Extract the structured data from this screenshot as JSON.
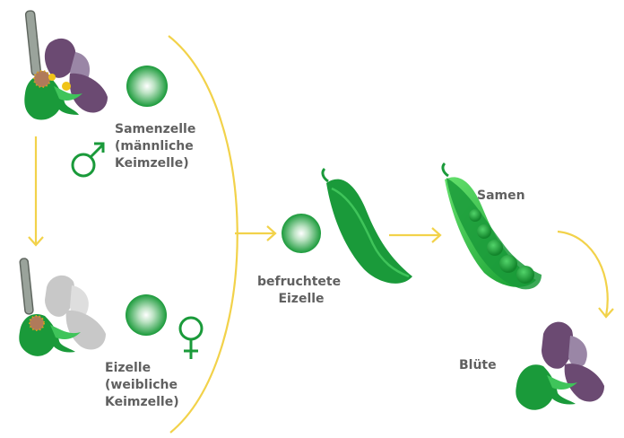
{
  "labels": {
    "sperm": [
      "Samenzelle",
      "(männliche",
      "Keimzelle)"
    ],
    "egg": [
      "Eizelle",
      "(weibliche",
      "Keimzelle)"
    ],
    "fertilized": [
      "befruchtete",
      "Eizelle"
    ],
    "seeds": "Samen",
    "flower": "Blüte"
  },
  "symbols": {
    "male": "♂",
    "female": "♀"
  },
  "colors": {
    "arrow": "#f2d24a",
    "green": "#1a9a3a",
    "green_light": "#3fc45a",
    "purple": "#6b4a72",
    "purple_light": "#9a86a6",
    "gray_petal": "#c8c8c8",
    "stem": "#9aa39b",
    "text": "#606060"
  }
}
